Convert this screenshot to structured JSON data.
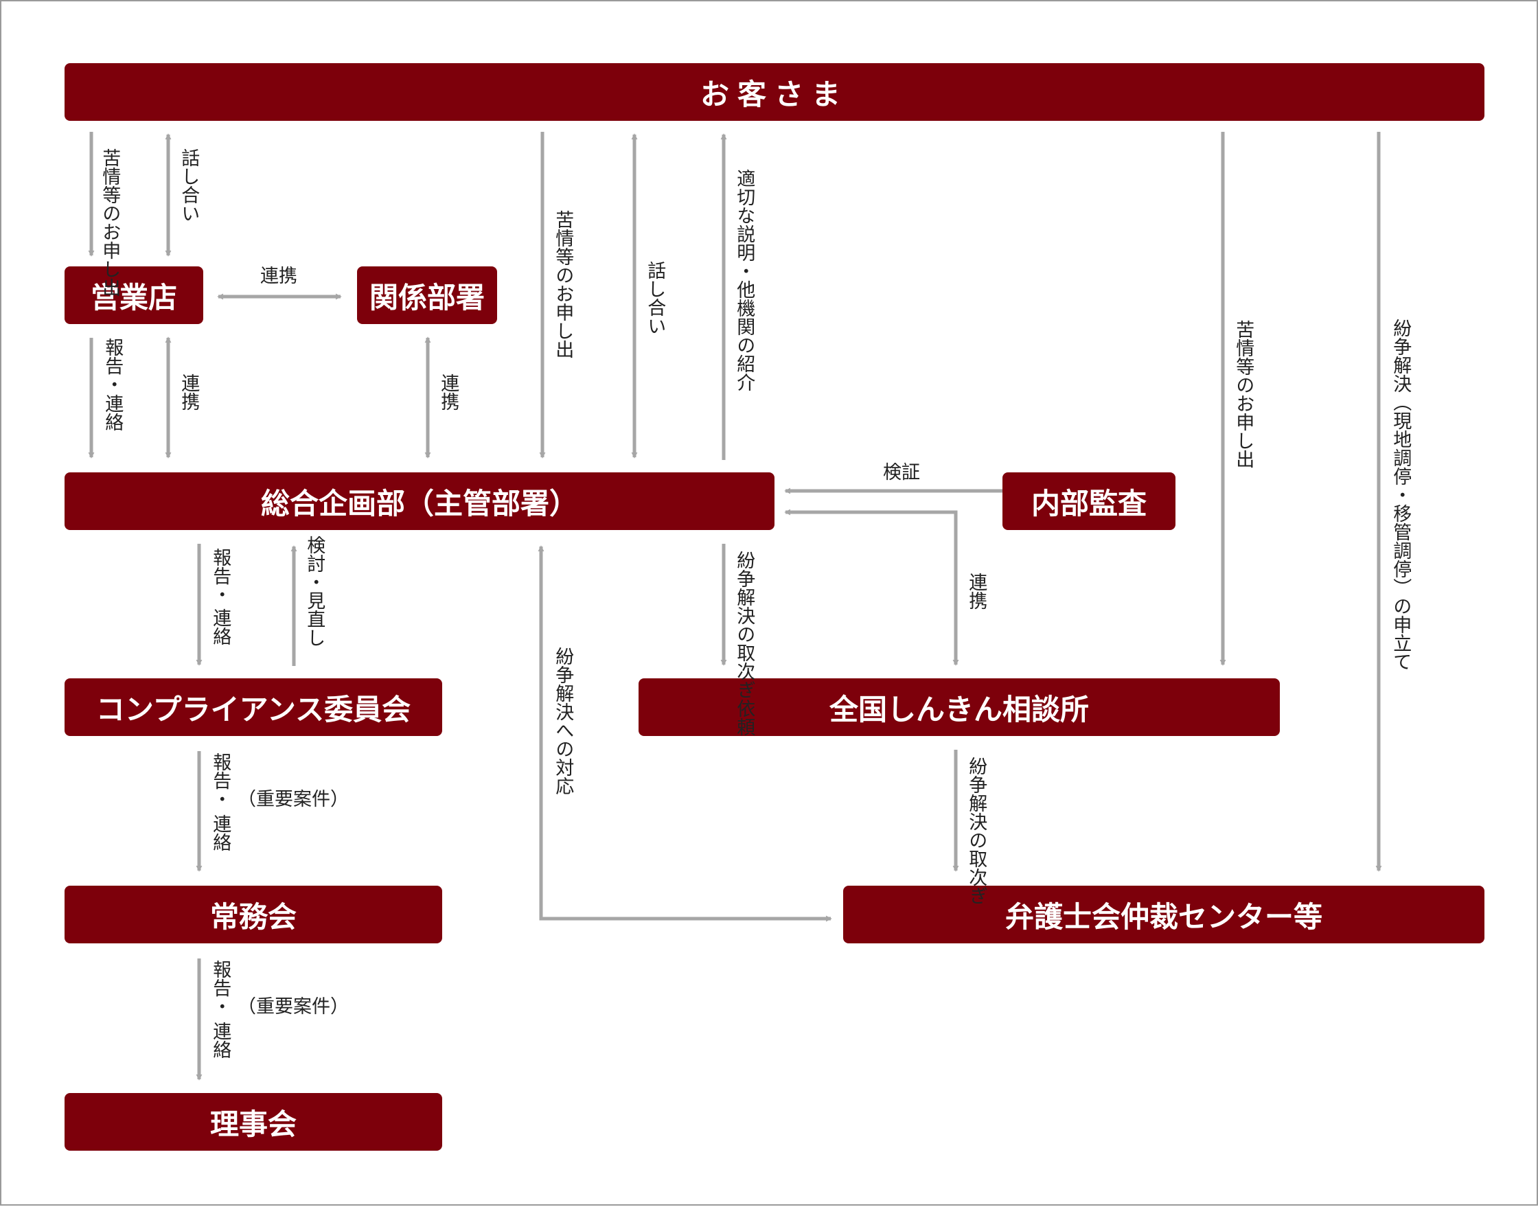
{
  "colors": {
    "box": "#7d000b",
    "box_text": "#ffffff",
    "arrow": "#a6a6a6",
    "label": "#222222",
    "frame": "#9a9a9a"
  },
  "boxes": {
    "customer": "お客さま",
    "branch": "営業店",
    "related_dept": "関係部署",
    "general_planning": "総合企画部（主管部署）",
    "internal_audit": "内部監査",
    "compliance_committee": "コンプライアンス委員会",
    "national_center": "全国しんきん相談所",
    "executive_committee": "常務会",
    "arbitration_center": "弁護士会仲裁センター等",
    "board": "理事会"
  },
  "labels": {
    "complaint_a": "苦情等の",
    "complaint_b": "お申し出",
    "talk": "話し合い",
    "cooperation": "連携",
    "report_a": "報告・",
    "report_b": "連絡",
    "complaint": "苦情等のお申し出",
    "explanation_a": "適切な説明・他",
    "explanation_b": "機関の紹介",
    "verification": "検証",
    "review": "検討・見直し",
    "dispute_handling": "紛争解決への対応",
    "dispute_referral_a": "紛争解決の",
    "dispute_referral_b": "取次ぎ依頼",
    "dispute_pass_a": "紛争解決の",
    "dispute_pass_b": "取次ぎ",
    "important": "（重要案件）",
    "mediation": "紛争解決︵現地調停・移管調停︶の申立て"
  }
}
